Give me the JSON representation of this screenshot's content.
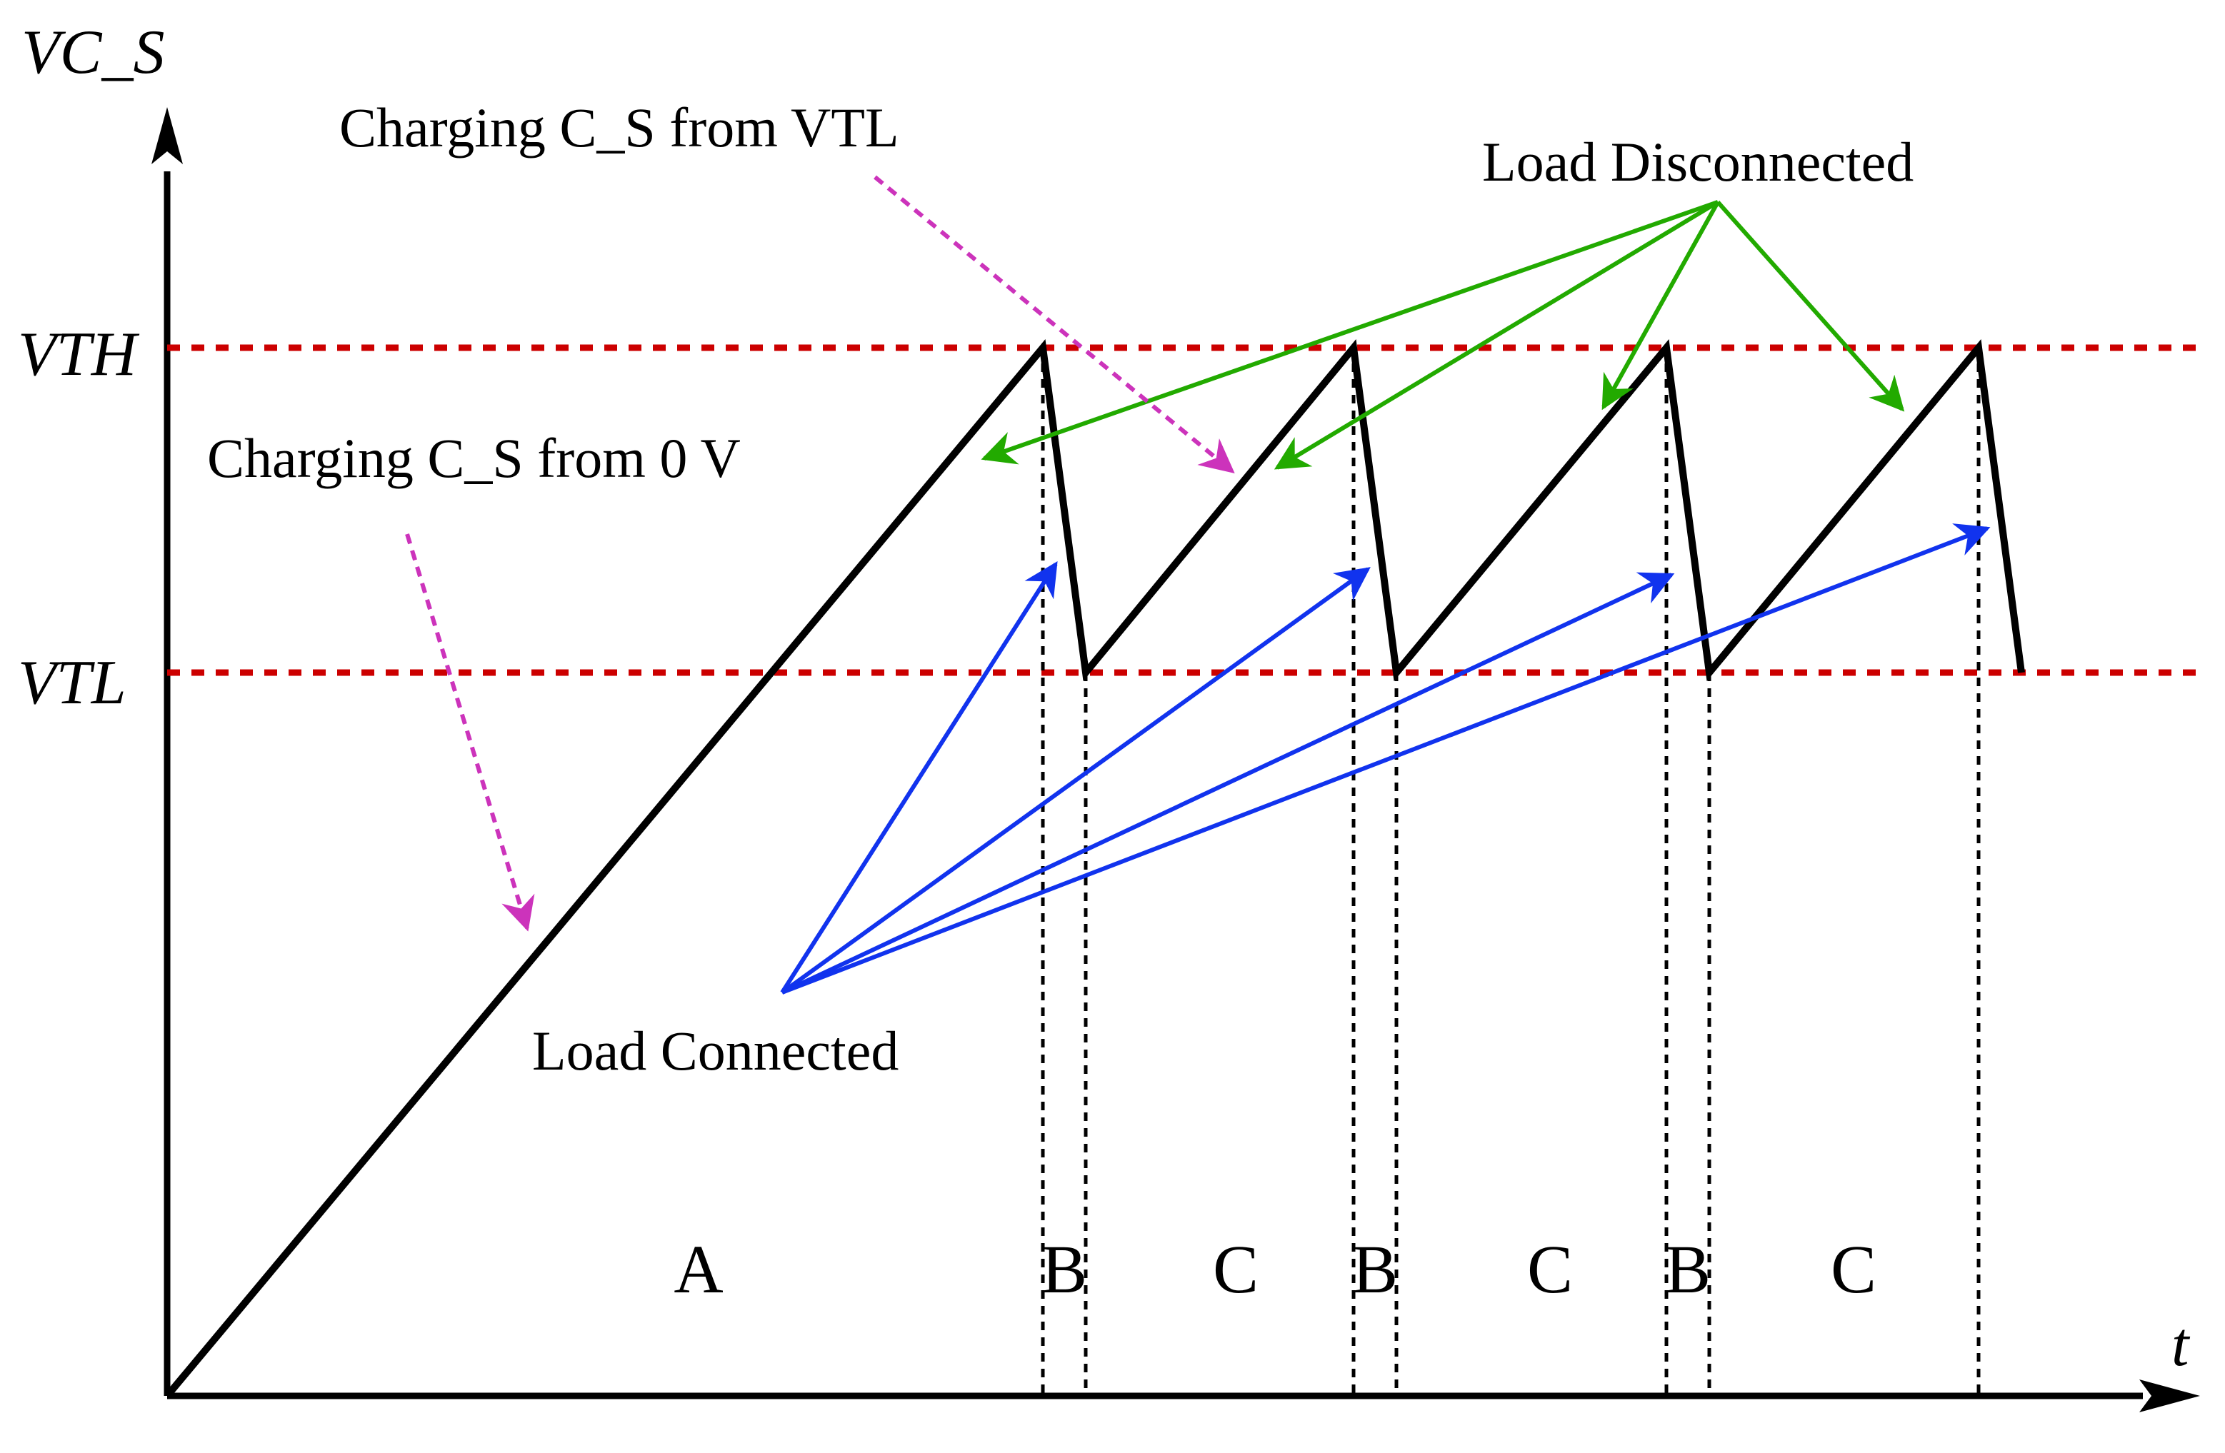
{
  "axes": {
    "y_label": "VC_S",
    "x_label": "t"
  },
  "levels": {
    "high_label": "VTH",
    "low_label": "VTL"
  },
  "annotations": {
    "charging_from_zero": "Charging C_S from 0 V",
    "charging_from_vtl": "Charging C_S from VTL",
    "load_disconnected": "Load Disconnected",
    "load_connected": "Load Connected"
  },
  "regions": [
    "A",
    "B",
    "C",
    "B",
    "C",
    "B",
    "C"
  ],
  "colors": {
    "waveform": "#000000",
    "threshold_lines": "#cc0000",
    "load_disconnected_arrows": "#22aa00",
    "load_connected_arrows": "#1133ee",
    "charging_arrows": "#cc33bb"
  }
}
